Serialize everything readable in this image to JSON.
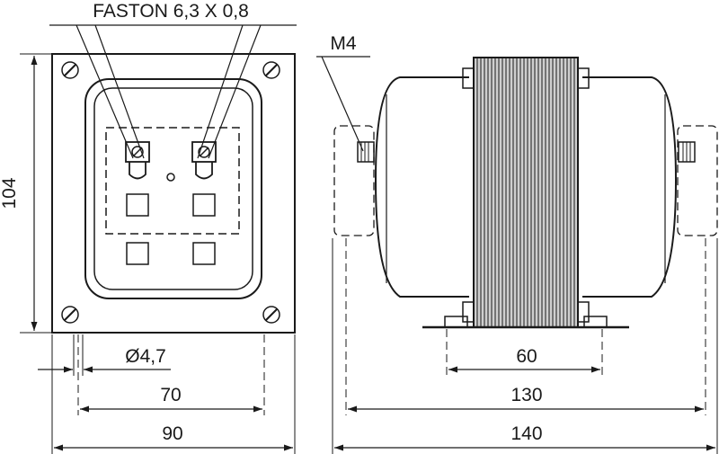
{
  "labels": {
    "faston": "FASTON 6,3 X 0,8",
    "m4": "M4",
    "hole_diameter": "Ø4,7",
    "height_104": "104",
    "width_70": "70",
    "width_90": "90",
    "width_60": "60",
    "width_130": "130",
    "width_140": "140"
  },
  "colors": {
    "line": "#1a1a1a",
    "background": "#ffffff",
    "core_laminations": "#cfcfcf"
  }
}
